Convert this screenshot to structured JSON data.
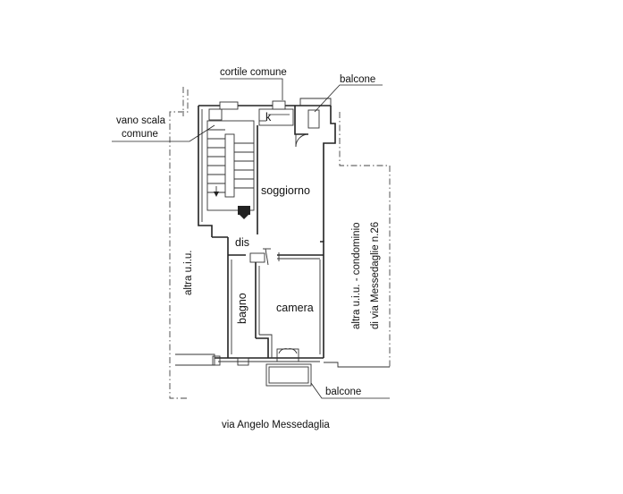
{
  "labels": {
    "cortile": "cortile comune",
    "balcone_top": "balcone",
    "vano_scala_1": "vano scala",
    "vano_scala_2": "comune",
    "k": "k",
    "soggiorno": "soggiorno",
    "dis": "dis",
    "bagno": "bagno",
    "camera": "camera",
    "altra_uiu_left": "altra u.i.u.",
    "altra_uiu_right_1": "altra u.i.u. - condominio",
    "altra_uiu_right_2": "di via Messedaglie n.26",
    "balcone_bottom": "balcone",
    "street": "via Angelo Messedaglia"
  }
}
